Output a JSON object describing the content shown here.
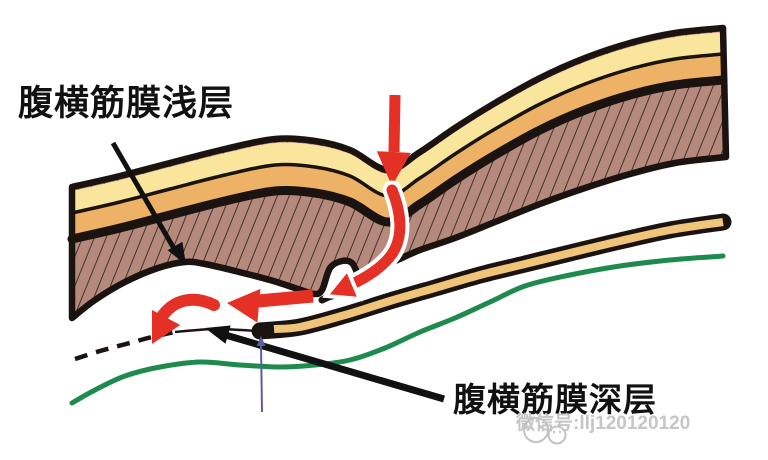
{
  "title_labels": {
    "superficial": "腹横筋膜浅层",
    "deep": "腹横筋膜深层"
  },
  "watermark": {
    "icon": "wechat-icon",
    "text": "微信号:llj120120120"
  },
  "diagram_parts": {
    "flow_arrows": "red-flow-path-arrows",
    "tissue_block": "abdominal-wall-layers",
    "deep_band": "deep-transversalis-fascia-band",
    "green_line": "peritoneum-line",
    "dashed_line": "fascia-dashed-continuation",
    "blue_line": "vertical-indicator-line"
  },
  "colors": {
    "background": "#ffffff",
    "outline_black": "#1a1310",
    "fat_superficial_yellow": "#f9e59c",
    "fat_deep_orange": "#eeb266",
    "muscle_brown": "#b5897b",
    "muscle_hatch": "#44312a",
    "fascia_band_tan": "#f0c479",
    "peritoneum_green": "#1f8a4d",
    "flow_arrow_red": "#e53026",
    "indicator_blue": "#5c5c9e",
    "watermark_gray": "#c3c3c3",
    "label_black": "#111111"
  }
}
